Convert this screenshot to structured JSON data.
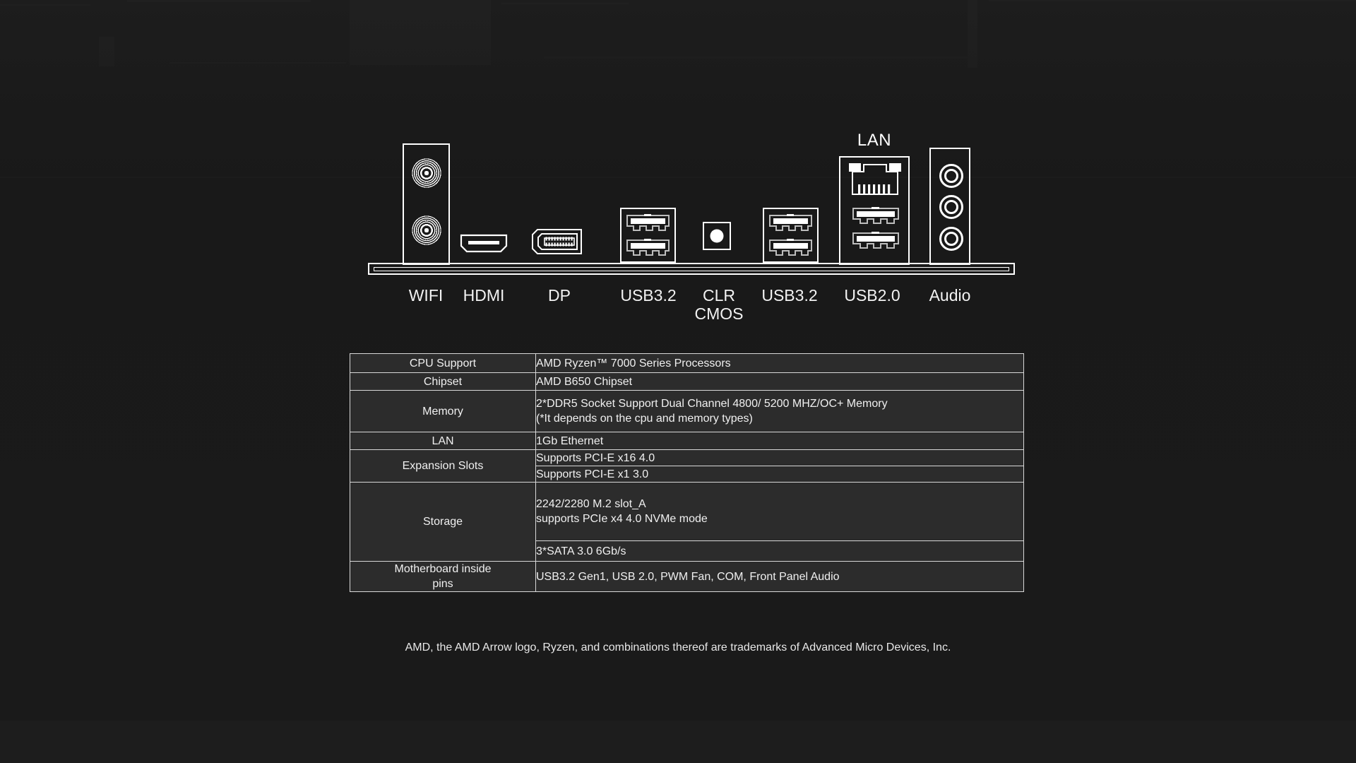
{
  "page": {
    "background_color": "#1a1a1a",
    "line_color": "#ffffff",
    "text_color": "#f2f2f2",
    "cell_fill_color": "#2c2c2c"
  },
  "io_panel": {
    "lan_caption": "LAN",
    "labels": [
      {
        "id": "wifi",
        "text": "WIFI"
      },
      {
        "id": "hdmi",
        "text": "HDMI"
      },
      {
        "id": "dp",
        "text": "DP"
      },
      {
        "id": "usb32-1",
        "text": "USB3.2"
      },
      {
        "id": "clr-cmos",
        "text": "CLR\nCMOS"
      },
      {
        "id": "usb32-2",
        "text": "USB3.2"
      },
      {
        "id": "usb20",
        "text": "USB2.0"
      },
      {
        "id": "audio",
        "text": "Audio"
      }
    ]
  },
  "spec_table": {
    "rows": [
      {
        "label": "CPU Support",
        "value": "AMD Ryzen™ 7000 Series Processors"
      },
      {
        "label": "Chipset",
        "value": "AMD  B650 Chipset"
      },
      {
        "label": "Memory",
        "value": "2*DDR5 Socket Support Dual Channel 4800/ 5200 MHZ/OC+ Memory\n(*It depends on the cpu and memory types)"
      },
      {
        "label": "LAN",
        "value": "1Gb Ethernet"
      },
      {
        "label": "Expansion Slots",
        "value": "Supports PCI-E x16 4.0"
      },
      {
        "label": "",
        "value": "Supports PCI-E x1 3.0"
      },
      {
        "label": "Storage",
        "value": "2242/2280 M.2 slot_A\nsupports PCIe x4 4.0 NVMe  mode"
      },
      {
        "label": "",
        "value": "3*SATA 3.0 6Gb/s"
      },
      {
        "label": "Motherboard inside\npins",
        "value": "USB3.2 Gen1, USB 2.0, PWM Fan, COM, Front Panel Audio"
      }
    ]
  },
  "footer": {
    "trademark": "AMD, the AMD Arrow logo, Ryzen, and combinations thereof are trademarks of Advanced Micro Devices, Inc."
  }
}
